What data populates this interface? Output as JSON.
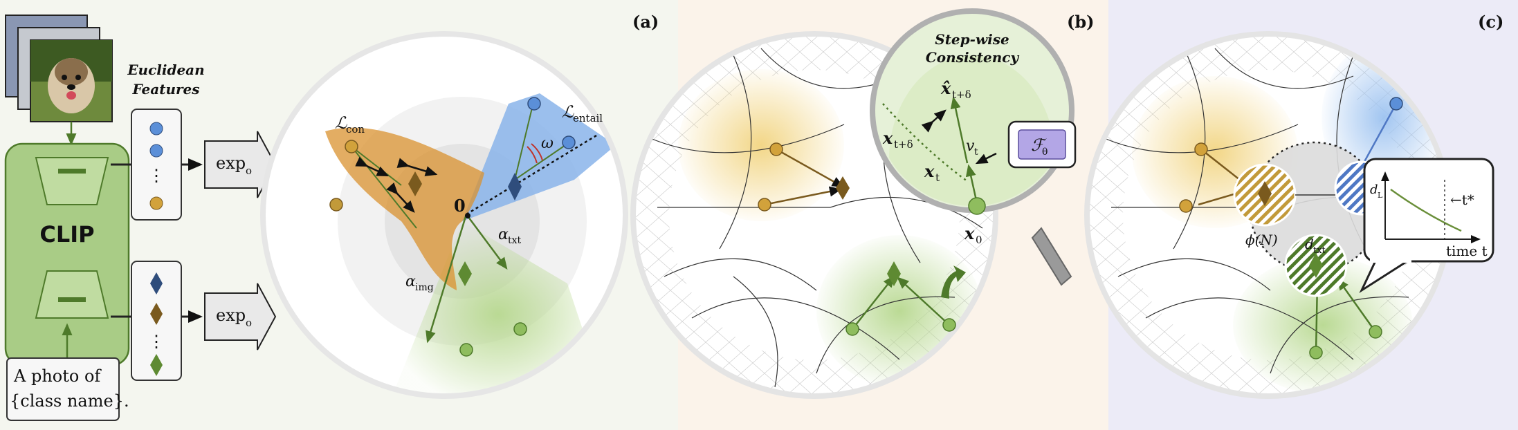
{
  "panels": {
    "a": {
      "label": "(a)",
      "features_title_1": "Euclidean",
      "features_title_2": "Features",
      "encoder_label": "CLIP",
      "prompt_line1": "A photo of",
      "prompt_line2": "{class name}.",
      "exp_label": "exp",
      "exp_subscript": "o",
      "ellipsis": "⋮",
      "loss_con": "ℒ",
      "loss_con_sub": "con",
      "loss_entail": "ℒ",
      "loss_entail_sub": "entail",
      "omega": "ω",
      "origin": "0",
      "alpha_txt": "α",
      "alpha_txt_sub": "txt",
      "alpha_img": "α",
      "alpha_img_sub": "img"
    },
    "b": {
      "label": "(b)",
      "lens_title_1": "Step-wise",
      "lens_title_2": "Consistency",
      "x_hat": "x̂",
      "x_hat_sub": "t+δ",
      "x_t_delta": "x",
      "x_t_delta_sub": "t+δ",
      "x_t": "x",
      "x_t_sub": "t",
      "x_0": "x",
      "x_0_sub": "0",
      "v_t": "v",
      "v_t_sub": "t",
      "model": "ℱ",
      "model_sub": "θ"
    },
    "c": {
      "label": "(c)",
      "phi": "ϕ(N)",
      "d_txt": "d",
      "d_txt_sub": "txt",
      "inset_y": "d",
      "inset_y_sub": "L",
      "inset_t": "←t*",
      "inset_x": "time t"
    }
  },
  "colors": {
    "green_dark": "#4e7a2a",
    "green_fill": "#a9cc86",
    "green_box": "#8fbd5e",
    "orange": "#d9912f",
    "blue": "#5b8fd8",
    "yellow": "#f1d27a",
    "navy": "#2f4d7c",
    "brown": "#7a5a1e",
    "purple": "#b3a6e6",
    "bg_a": "#f4f6ef",
    "bg_b": "#fbf3ea",
    "bg_c": "#ecebf7"
  }
}
